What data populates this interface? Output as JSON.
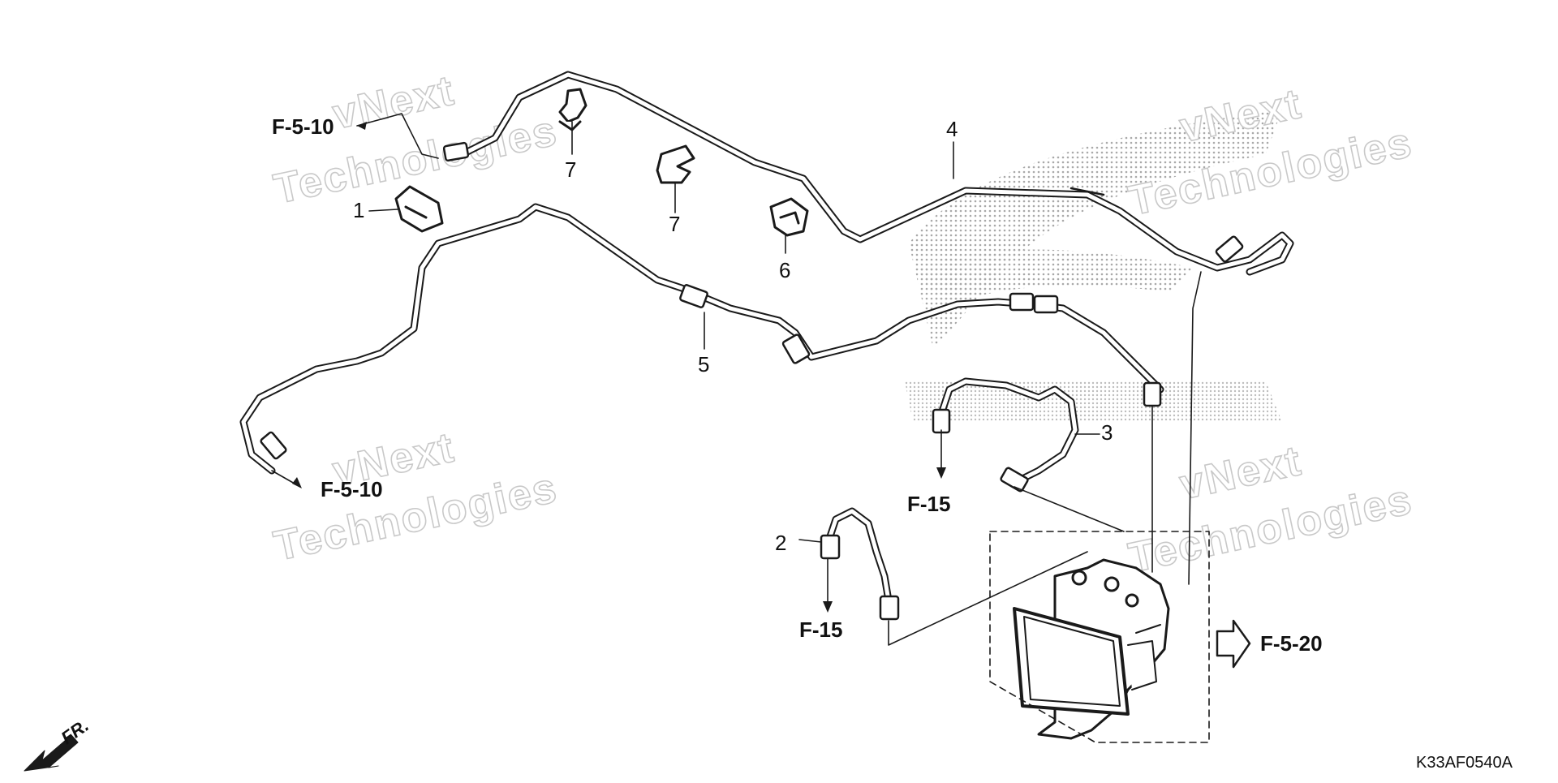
{
  "diagram": {
    "part_labels": [
      "1",
      "2",
      "3",
      "4",
      "5",
      "6",
      "7",
      "7"
    ],
    "references": {
      "top_left": "F-5-10",
      "left": "F-5-10",
      "mid_right": "F-15",
      "lower_mid": "F-15",
      "right": "F-5-20"
    },
    "watermark": {
      "line1": "vNext",
      "line2": "Technologies"
    },
    "direction": "FR.",
    "drawing_code": "K33AF0540A"
  }
}
